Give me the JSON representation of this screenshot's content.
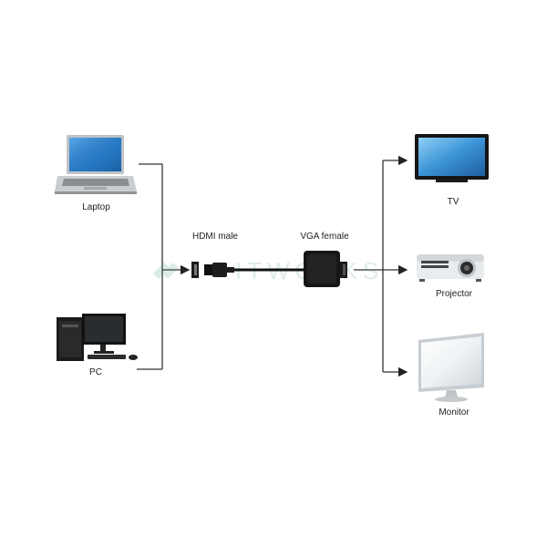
{
  "watermark": "ITWORKS",
  "sources": [
    {
      "label": "Laptop",
      "icon": "laptop-icon"
    },
    {
      "label": "PC",
      "icon": "desktop-pc-icon"
    }
  ],
  "connectors": [
    {
      "label": "HDMI male",
      "icon": "hdmi-connector-icon"
    },
    {
      "label": "VGA female",
      "icon": "vga-adapter-icon"
    }
  ],
  "outputs": [
    {
      "label": "TV",
      "icon": "tv-icon"
    },
    {
      "label": "Projector",
      "icon": "projector-icon"
    },
    {
      "label": "Monitor",
      "icon": "monitor-icon"
    }
  ]
}
